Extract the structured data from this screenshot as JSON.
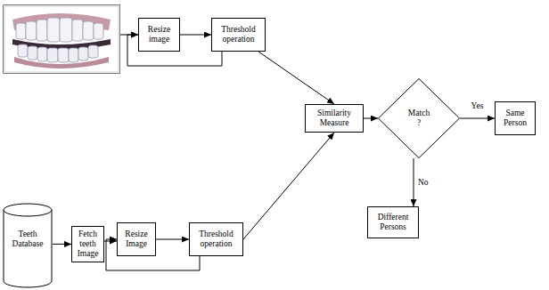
{
  "diagram": {
    "nodes": [
      {
        "text": [
          "Resize image"
        ]
      },
      {
        "text": [
          "Threshold operation"
        ]
      },
      {
        "text": [
          "Similarity Measure"
        ]
      },
      {
        "text": [
          "Match ?"
        ]
      },
      {
        "text": [
          "Same Person"
        ]
      },
      {
        "text": [
          "Different Persons"
        ]
      },
      {
        "text": [
          "Teeth Database"
        ]
      },
      {
        "text": [
          "Fetch teeth Image"
        ]
      },
      {
        "text": [
          "Resize Image"
        ]
      },
      {
        "text": [
          "Threshold operation"
        ]
      }
    ],
    "edges": [
      {
        "from": 0,
        "to": 1,
        "arrow": "to"
      },
      {
        "from": 1,
        "to": 0,
        "arrow": "to"
      },
      {
        "from": 1,
        "to": 2,
        "arrow": "to"
      },
      {
        "from": 2,
        "to": 3,
        "arrow": "to"
      },
      {
        "from": 3,
        "to": 4,
        "label": "Yes",
        "arrow": "to"
      },
      {
        "from": 3,
        "to": 5,
        "label": "No",
        "arrow": "to"
      },
      {
        "from": 6,
        "to": 7,
        "arrow": "to"
      },
      {
        "from": 7,
        "to": 8,
        "arrow": "to"
      },
      {
        "from": 8,
        "to": 9,
        "arrow": "to"
      },
      {
        "from": 9,
        "to": 8,
        "arrow": "to"
      },
      {
        "from": 9,
        "to": 2,
        "arrow": "to"
      }
    ]
  }
}
